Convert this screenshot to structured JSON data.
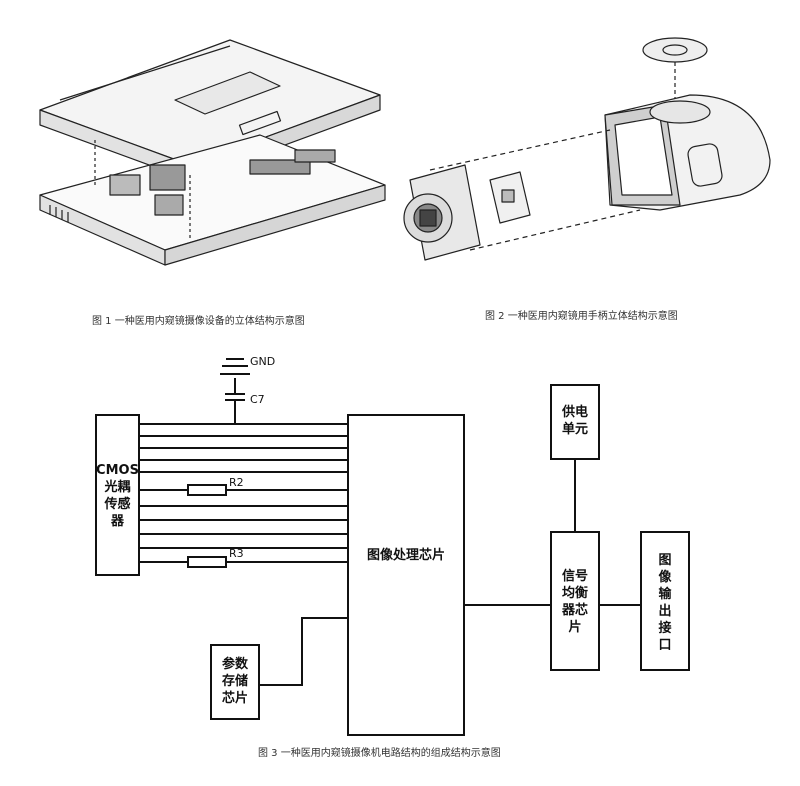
{
  "figures": {
    "fig1": {
      "caption": "图 1 一种医用内窥镜摄像设备的立体结构示意图"
    },
    "fig2": {
      "caption": "图 2 一种医用内窥镜用手柄立体结构示意图"
    },
    "fig3": {
      "caption": "图 3 一种医用内窥镜摄像机电路结构的组成结构示意图",
      "blocks": {
        "cmos": [
          "CMOS",
          "光耦",
          "传感",
          "器"
        ],
        "processor": "图像处理芯片",
        "power": [
          "供电",
          "单元"
        ],
        "equalizer": [
          "信号",
          "均衡",
          "器芯",
          "片"
        ],
        "output": [
          "图",
          "像",
          "输",
          "出",
          "接",
          "口"
        ],
        "param": [
          "参数",
          "存储",
          "芯片"
        ]
      },
      "labels": {
        "gnd": "GND",
        "c7": "C7",
        "r2": "R2",
        "r3": "R3"
      }
    }
  }
}
